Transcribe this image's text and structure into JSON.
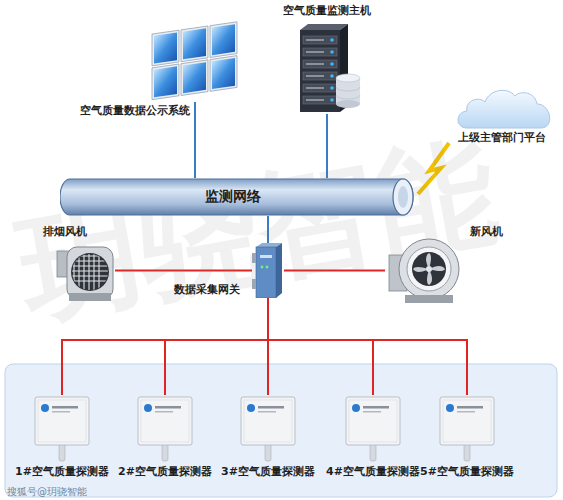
{
  "diagram": {
    "nodes": [
      {
        "text": [
          "空气质量监测主机"
        ]
      },
      {
        "text": [
          "空气质量数据公示系统"
        ]
      },
      {
        "text": [
          "上级主管部门平台"
        ]
      },
      {
        "text": [
          "监测网络"
        ]
      },
      {
        "text": [
          "排烟风机"
        ]
      },
      {
        "text": [
          "数据采集网关"
        ]
      },
      {
        "text": [
          "新风机"
        ]
      },
      {
        "text": [
          "1#空气质量探测器"
        ]
      },
      {
        "text": [
          "2#空气质量探测器"
        ]
      },
      {
        "text": [
          "3#空气质量探测器"
        ]
      },
      {
        "text": [
          "4#空气质量探测器"
        ]
      },
      {
        "text": [
          "5#空气质量探测器"
        ]
      }
    ],
    "edges": [
      {
        "from": 0,
        "to": 3,
        "arrow": "none"
      },
      {
        "from": 1,
        "to": 3,
        "arrow": "none"
      },
      {
        "from": 2,
        "to": 3,
        "arrow": "none"
      },
      {
        "from": 3,
        "to": 5,
        "arrow": "none"
      },
      {
        "from": 4,
        "to": 5,
        "arrow": "none"
      },
      {
        "from": 5,
        "to": 6,
        "arrow": "none"
      },
      {
        "from": 5,
        "to": 7,
        "arrow": "none"
      },
      {
        "from": 5,
        "to": 8,
        "arrow": "none"
      },
      {
        "from": 5,
        "to": 9,
        "arrow": "none"
      },
      {
        "from": 5,
        "to": 10,
        "arrow": "none"
      },
      {
        "from": 5,
        "to": 11,
        "arrow": "none"
      }
    ],
    "labels": [
      "玥骁智能",
      "搜狐号@玥骁智能"
    ]
  }
}
